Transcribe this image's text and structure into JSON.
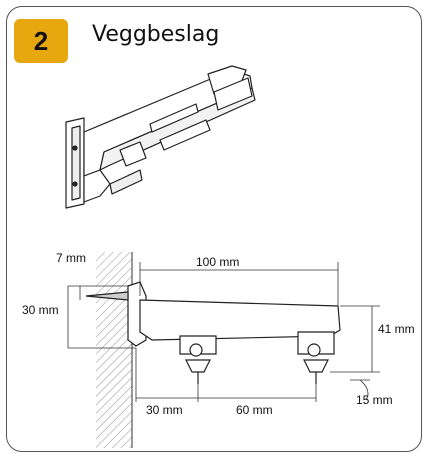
{
  "header": {
    "step_number": "2",
    "title": "Veggbeslag"
  },
  "dimensions": {
    "top_gap": "7 mm",
    "length": "100 mm",
    "wall_height": "30 mm",
    "total_height": "41 mm",
    "first_offset": "30 mm",
    "spacing": "60 mm",
    "bottom_offset": "15 mm"
  },
  "colors": {
    "badge": "#e6a70f",
    "line": "#333333",
    "border": "#555555"
  }
}
